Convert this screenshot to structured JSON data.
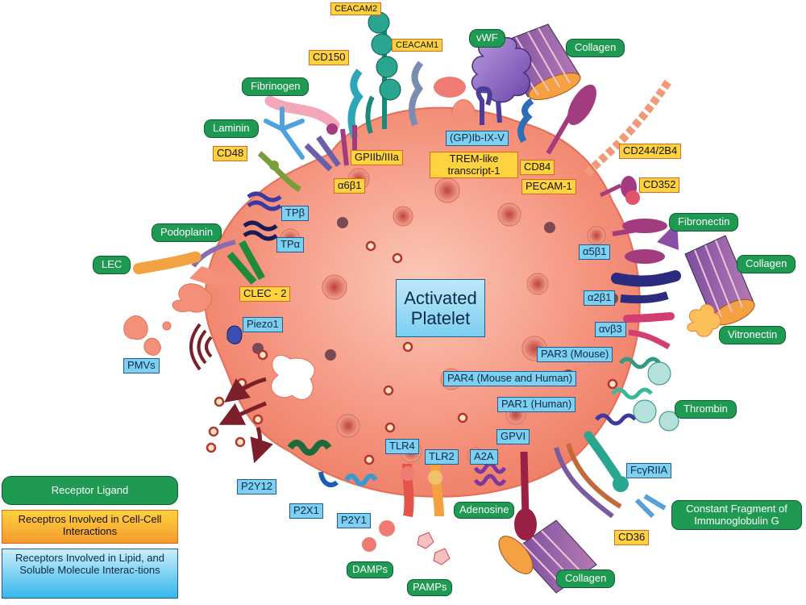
{
  "title": {
    "line1": "Activated",
    "line2": "Platelet"
  },
  "ligands": {
    "vwf": "vWF",
    "collagen_top": "Collagen",
    "fibrinogen": "Fibrinogen",
    "laminin": "Laminin",
    "podoplanin": "Podoplanin",
    "lec": "LEC",
    "fibronectin": "Fibronectin",
    "collagen_right": "Collagen",
    "vitronectin": "Vitronectin",
    "thrombin": "Thrombin",
    "igg": "Constant Fragment of Immunoglobulin G",
    "collagen_bottom": "Collagen",
    "adenosine": "Adenosine",
    "damps": "DAMPs",
    "pamps": "PAMPs"
  },
  "cell_receptors": {
    "ceacam2": "CEACAM2",
    "ceacam1": "CEACAM1",
    "cd150": "CD150",
    "cd48": "CD48",
    "gpiib": "GPIIb/IIIa",
    "a6b1": "α6β1",
    "trem": "TREM-like transcript-1",
    "cd84": "CD84",
    "pecam": "PECAM-1",
    "cd244": "CD244/2B4",
    "cd352": "CD352",
    "clec2": "CLEC - 2",
    "cd36": "CD36"
  },
  "soluble_receptors": {
    "gpib": "(GP)Ib-IX-V",
    "tpb": "TPβ",
    "tpa": "TPα",
    "a5b1": "α5β1",
    "a2b1": "α2β1",
    "avb3": "αvβ3",
    "par3": "PAR3 (Mouse)",
    "par4": "PAR4 (Mouse and Human)",
    "par1": "PAR1 (Human)",
    "gpvi": "GPVI",
    "a2a": "A2A",
    "tlr2": "TLR2",
    "tlr4": "TLR4",
    "fcgr": "FcγRIIA",
    "piezo": "Piezo1",
    "pmvs": "PMVs",
    "p2y12": "P2Y12",
    "p2x1": "P2X1",
    "p2y1": "P2Y1"
  },
  "legend": {
    "ligand": "Receptor Ligand",
    "cell_cell": "Receptros Involved in Cell-Cell Interactions",
    "lipid": "Receptors Involved in Lipid, and Soluble Molecule Interac-tions"
  },
  "colors": {
    "cell_body": "#f48f79",
    "ligand_green": "#1f9a52",
    "cell_cell_orange": "#ffd23f",
    "soluble_blue": "#7ed0f0"
  }
}
